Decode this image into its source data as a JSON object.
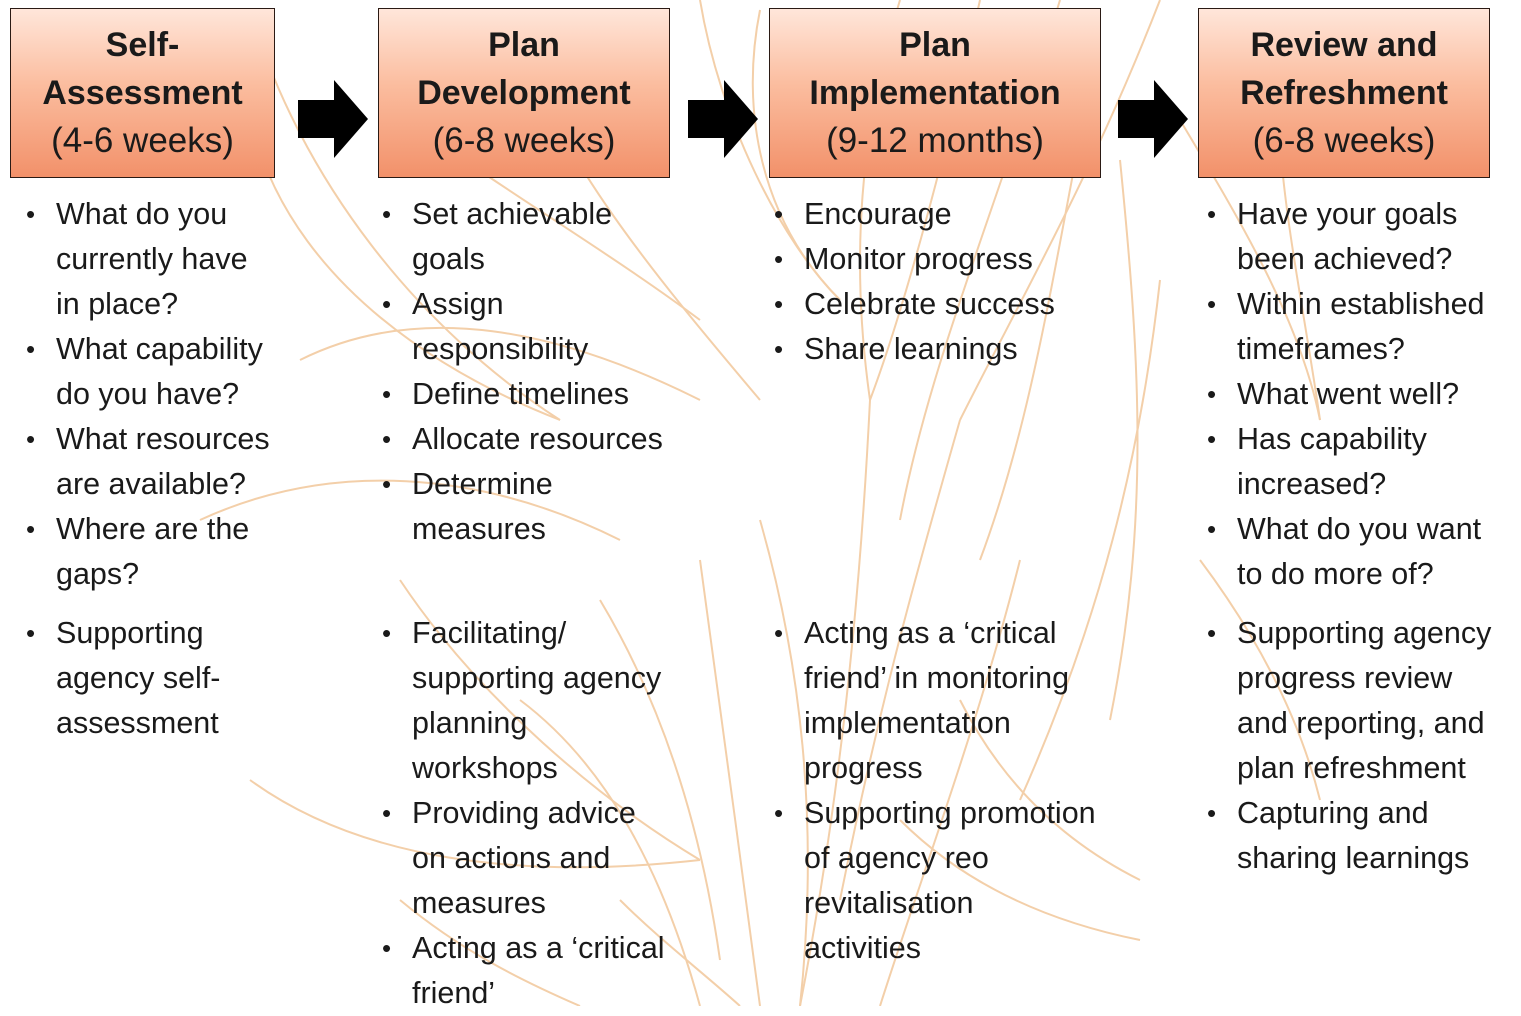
{
  "stages": [
    {
      "title": "Self-\nAssessment",
      "duration": "(4-6 weeks)",
      "questions": [
        "What do you\ncurrently have\nin place?",
        "What capability\ndo you have?",
        "What resources\nare available?",
        "Where are the\ngaps?"
      ],
      "support": [
        "Supporting\nagency self-\nassessment"
      ]
    },
    {
      "title": "Plan\nDevelopment",
      "duration": "(6-8 weeks)",
      "questions": [
        "Set achievable\ngoals",
        "Assign\nresponsibility",
        "Define timelines",
        "Allocate resources",
        "Determine\nmeasures"
      ],
      "support": [
        "Facilitating/\nsupporting agency\nplanning\nworkshops",
        "Providing advice\non actions and\nmeasures",
        "Acting as a ‘critical\nfriend’"
      ]
    },
    {
      "title": "Plan\nImplementation",
      "duration": "(9-12 months)",
      "questions": [
        "Encourage",
        "Monitor progress",
        "Celebrate success",
        "Share learnings"
      ],
      "support": [
        "Acting as a ‘critical\nfriend’ in monitoring\nimplementation\nprogress",
        "Supporting promotion\nof agency reo\nrevitalisation\nactivities"
      ]
    },
    {
      "title": "Review and\nRefreshment",
      "duration": "(6-8 weeks)",
      "questions": [
        "Have your goals\nbeen achieved?",
        "Within established\ntimeframes?",
        "What went well?",
        "Has capability\nincreased?",
        "What do you want\nto do more of?"
      ],
      "support": [
        "Supporting agency\nprogress review\nand reporting, and\nplan refreshment",
        "Capturing and\nsharing learnings"
      ]
    }
  ],
  "colors": {
    "box_border": "#2a1a14",
    "box_gradient_top": "#ffe6da",
    "box_gradient_bottom": "#f2916a",
    "arrow": "#000000",
    "background_pattern": "#f3cfa9"
  },
  "icons": [
    "right-arrow-icon"
  ]
}
